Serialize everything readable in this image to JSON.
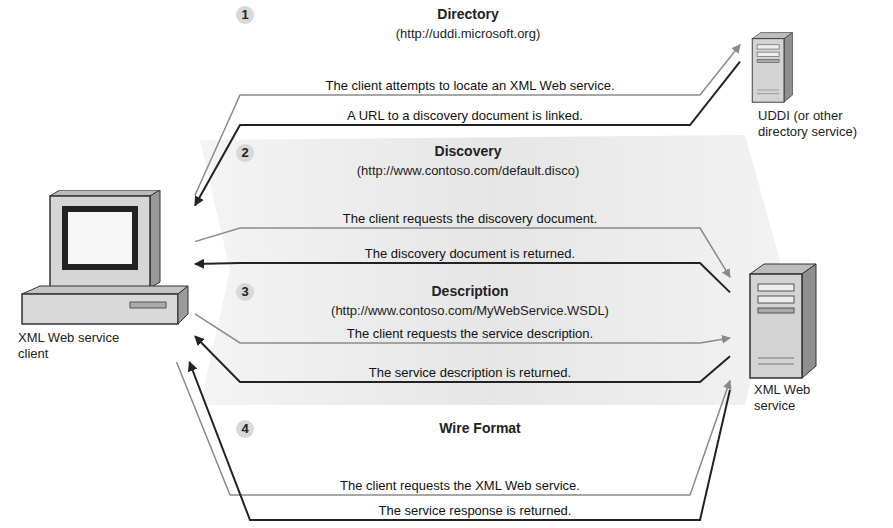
{
  "diagram": {
    "nodes": [
      {
        "text": [
          "XML Web service client"
        ]
      },
      {
        "text": [
          "UDDI (or other directory service)"
        ]
      },
      {
        "text": [
          "XML Web service"
        ]
      }
    ],
    "edges": [
      {
        "from": 0,
        "to": 1,
        "arrow": "to",
        "label": "The client attempts to locate an XML Web service."
      },
      {
        "from": 1,
        "to": 0,
        "arrow": "to",
        "label": "A URL to a discovery document is linked."
      },
      {
        "from": 0,
        "to": 2,
        "arrow": "to",
        "label": "The client requests the discovery document."
      },
      {
        "from": 2,
        "to": 0,
        "arrow": "to",
        "label": "The discovery document is returned."
      },
      {
        "from": 0,
        "to": 2,
        "arrow": "to",
        "label": "The client requests the service description."
      },
      {
        "from": 2,
        "to": 0,
        "arrow": "to",
        "label": "The service description is returned."
      },
      {
        "from": 0,
        "to": 2,
        "arrow": "to",
        "label": "The client requests the XML Web service."
      },
      {
        "from": 2,
        "to": 0,
        "arrow": "to",
        "label": "The service response is returned."
      }
    ],
    "labels": [
      "1",
      "Directory",
      "(http://uddi.microsoft.org)",
      "2",
      "Discovery",
      "(http://www.contoso.com/default.disco)",
      "3",
      "Description",
      "(http://www.contoso.com/MyWebService.WSDL)",
      "4",
      "Wire Format"
    ]
  }
}
